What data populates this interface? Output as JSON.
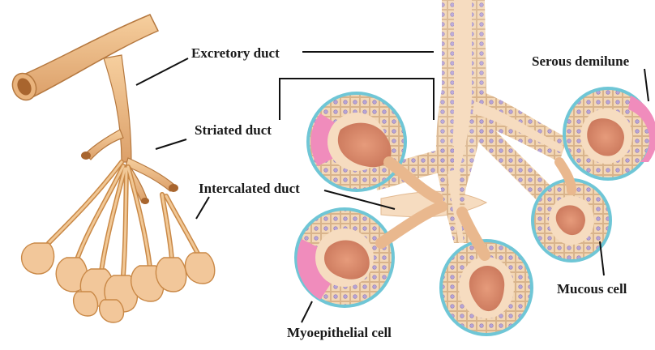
{
  "labels": {
    "excretory_duct": "Excretory duct",
    "striated_duct": "Striated duct",
    "intercalated_duct": "Intercalated duct",
    "serous_demilune": "Serous demilune",
    "mucous_cell": "Mucous cell",
    "myoepithelial_cell": "Myoepithelial cell"
  },
  "colors": {
    "duct_fill": "#eab37c",
    "duct_shade": "#c98846",
    "duct_light": "#f6d4ac",
    "acinus_cell": "#f5dcc0",
    "acinus_lumen": "#d88a6e",
    "serous_cell": "#f08cbc",
    "myoepithelial": "#6fc6d6",
    "nucleus": "#b7a4d6"
  }
}
